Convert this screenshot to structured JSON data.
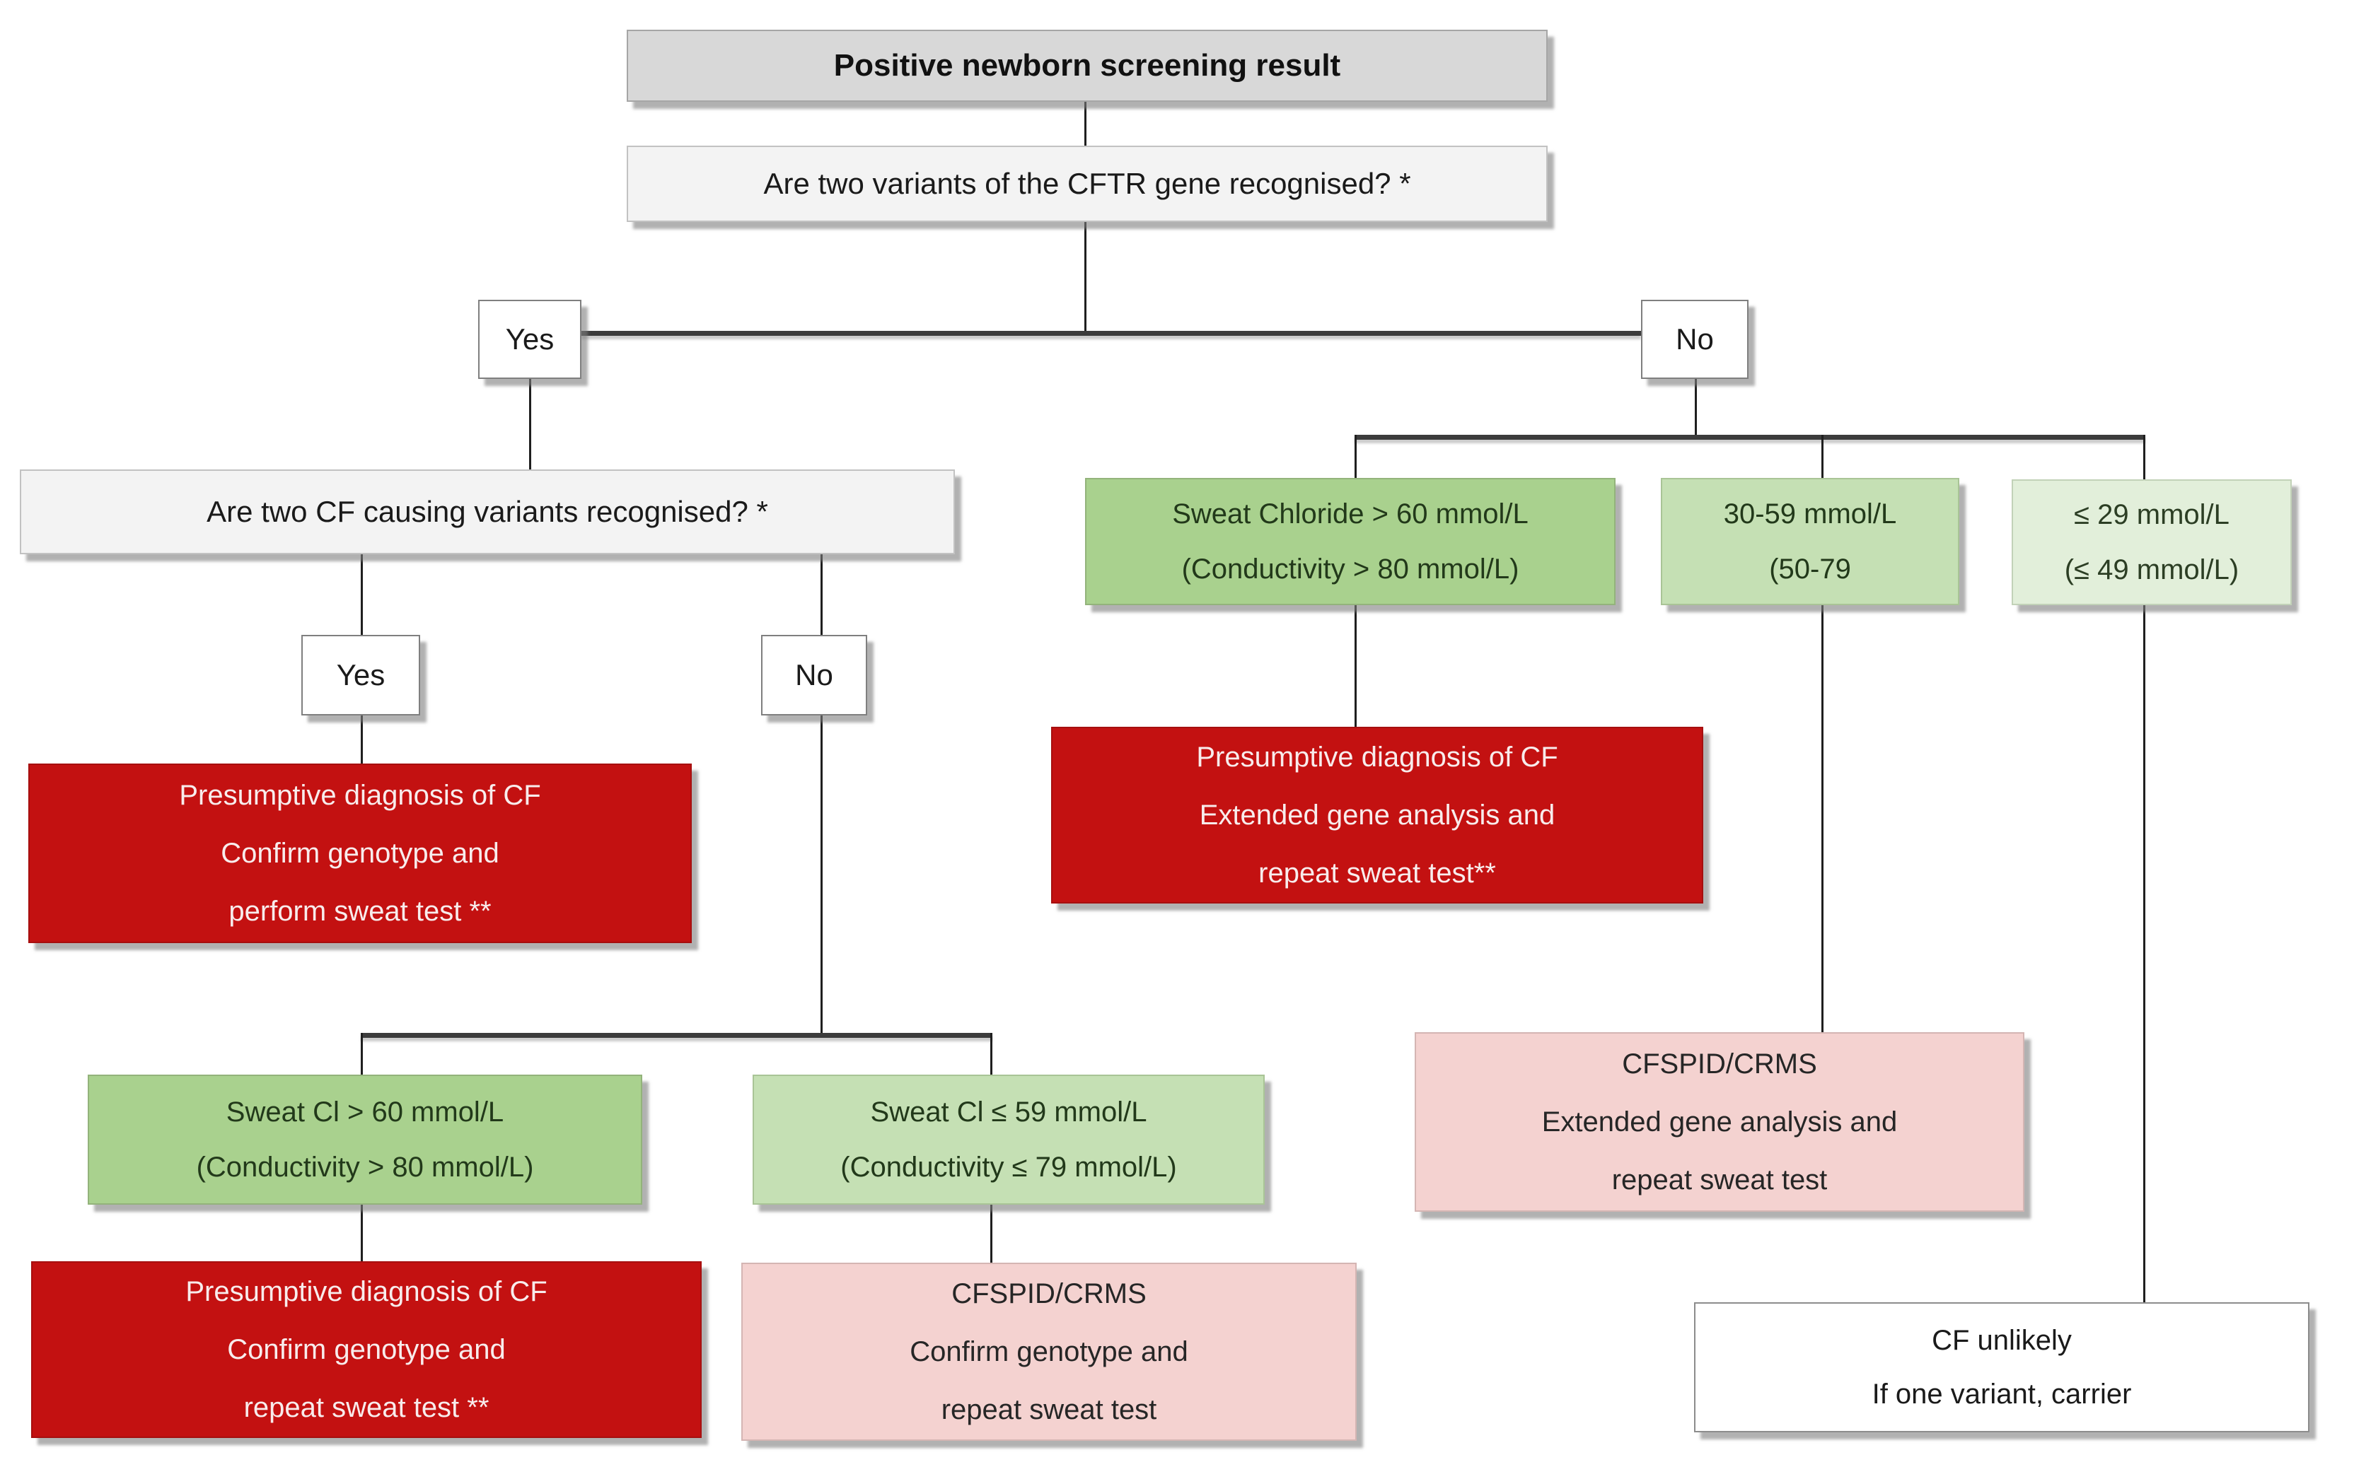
{
  "diagram": {
    "type": "flowchart",
    "background": "#ffffff",
    "nodes": {
      "start": {
        "label": "Positive newborn screening result"
      },
      "q_cftr": {
        "label": "Are two variants of the CFTR gene recognised? *"
      },
      "yes1": {
        "label": "Yes"
      },
      "no1": {
        "label": "No"
      },
      "q_cf_causing": {
        "label": "Are two CF causing variants recognised? *"
      },
      "yes2": {
        "label": "Yes"
      },
      "no2": {
        "label": "No"
      },
      "dx_left": {
        "label": "Presumptive diagnosis of CF\nConfirm genotype and\nperform sweat test **"
      },
      "green_left": {
        "label": "Sweat Cl > 60 mmol/L\n(Conductivity > 80 mmol/L)"
      },
      "green_right": {
        "label": "Sweat Cl ≤ 59 mmol/L\n(Conductivity ≤ 79 mmol/L)"
      },
      "dx_left2": {
        "label": "Presumptive diagnosis of CF\nConfirm genotype and\nrepeat sweat test **"
      },
      "cfspid_left": {
        "label": "CFSPID/CRMS\nConfirm genotype and\nrepeat sweat test"
      },
      "chloride_high": {
        "label": "Sweat Chloride > 60 mmol/L\n(Conductivity > 80 mmol/L)"
      },
      "mid_30_59": {
        "label": "30-59 mmol/L\n(50-79"
      },
      "low_29": {
        "label": "≤ 29 mmol/L\n(≤ 49 mmol/L)"
      },
      "dx_right": {
        "label": "Presumptive diagnosis of CF\nExtended gene analysis and\nrepeat sweat test**"
      },
      "cfspid_right": {
        "label": "CFSPID/CRMS\nExtended gene analysis and\nrepeat sweat test"
      },
      "cf_unlikely": {
        "label": "CF unlikely\nIf one variant, carrier"
      }
    },
    "colors": {
      "header_gray": "#d8d8d8",
      "question_gray": "#f3f3f3",
      "decision_white": "#ffffff",
      "diagnosis_red": "#c31111",
      "green_dark": "#a9d18e",
      "green_medium": "#c5e0b4",
      "green_light": "#e2efda",
      "pink": "#f4d2d0",
      "green_text": "#22391a",
      "connector_dark": "#1f1f1f",
      "connector_thick": "#3c3c3c"
    }
  }
}
